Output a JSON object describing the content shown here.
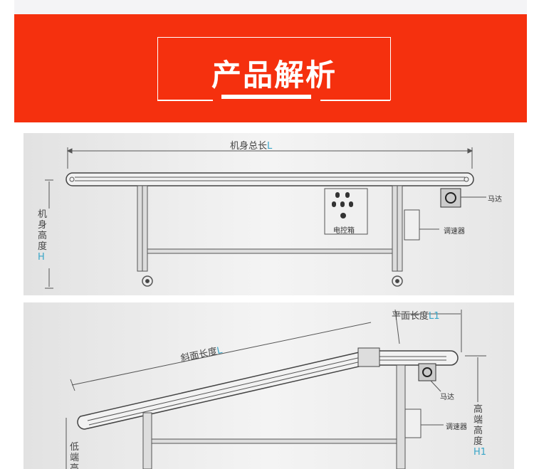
{
  "banner": {
    "title": "产品解析",
    "color": "#f5300e"
  },
  "diagram1": {
    "total_length": "机身总长",
    "total_length_var": "L",
    "height": "机身高度",
    "height_var": "H",
    "control_box": "电控箱",
    "motor": "马达",
    "speed_controller": "调速器"
  },
  "diagram2": {
    "flat_length": "平面长度",
    "flat_length_var": "L1",
    "slope_length": "斜面长度",
    "slope_length_var": "L",
    "high_end_height": "高端高度",
    "high_end_height_var": "H1",
    "low_end_height": "低端高",
    "motor": "马达",
    "speed_controller": "调速器"
  },
  "colors": {
    "accent_var": "#3aa6c8"
  }
}
